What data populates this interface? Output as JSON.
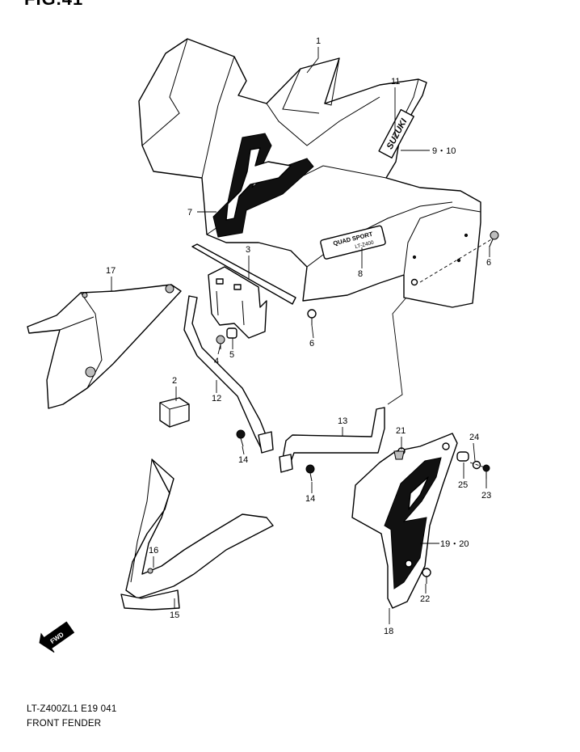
{
  "figure_label": "FIG.41",
  "diagram_ref": "LT-Z400ZL1 E19  041",
  "diagram_title": "FRONT FENDER",
  "decal_brand": "SUZUKI",
  "decal_model": "QUAD SPORT",
  "decal_model_sub": "LT-Z400",
  "fwd_label": "FWD",
  "callouts": {
    "c1": "1",
    "c2": "2",
    "c3": "3",
    "c4": "4",
    "c5": "5",
    "c6a": "6",
    "c6b": "6",
    "c7": "7",
    "c8": "8",
    "c9_10": "9・10",
    "c11": "11",
    "c12": "12",
    "c13": "13",
    "c14a": "14",
    "c14b": "14",
    "c15": "15",
    "c16": "16",
    "c17": "17",
    "c18": "18",
    "c19_20": "19・20",
    "c21": "21",
    "c22": "22",
    "c23": "23",
    "c24": "24",
    "c25": "25"
  }
}
